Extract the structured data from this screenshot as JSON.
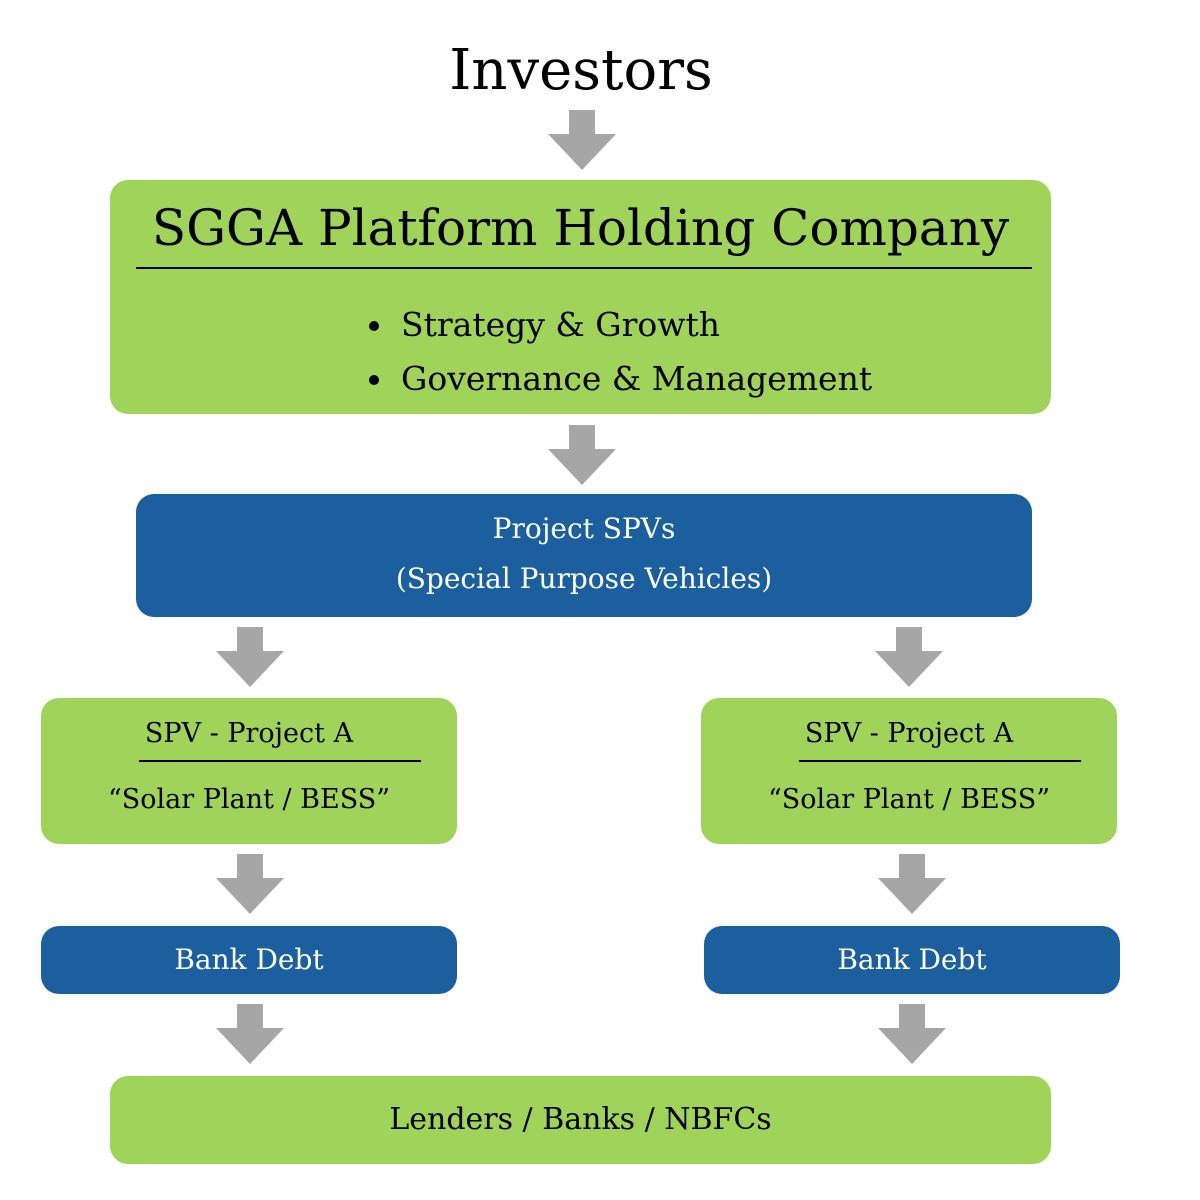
{
  "title": "Investors",
  "holding_company": {
    "title": "SGGA Platform Holding Company",
    "points": [
      "Strategy & Growth",
      "Governance & Management"
    ]
  },
  "project_spvs": {
    "line1": "Project SPVs",
    "line2": "(Special Purpose Vehicles)"
  },
  "spv_left": {
    "title": "SPV - Project A",
    "subtitle": "“Solar Plant / BESS”"
  },
  "spv_right": {
    "title": "SPV - Project A",
    "subtitle": "“Solar Plant / BESS”"
  },
  "debt_left": "Bank Debt",
  "debt_right": "Bank Debt",
  "lenders": "Lenders / Banks / NBFCs",
  "colors": {
    "green": "#a0d35a",
    "blue": "#1b5f9e",
    "arrow": "#a6a6a6"
  }
}
